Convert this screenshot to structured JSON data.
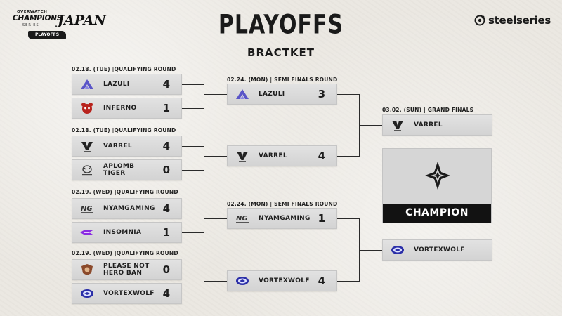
{
  "header": {
    "logo": {
      "small": "OVERWATCH",
      "champions": "CHAMPIONS",
      "series": "SERIES",
      "region": "JAPAN",
      "badge": "PLAYOFFS"
    },
    "title": "PLAYOFFS",
    "subtitle": "BRACTKET",
    "sponsor": "steelseries"
  },
  "colors": {
    "card": "#d9d9d9",
    "line": "#2a2a2a",
    "champion_bar": "#121212",
    "background": "#ebe8e2"
  },
  "qualifying": [
    {
      "label": "02.18. (TUE) |QUALIFYING ROUND",
      "teams": [
        {
          "name": "LAZULI",
          "score": "4",
          "icon": "lazuli-logo-icon"
        },
        {
          "name": "INFERNO",
          "score": "1",
          "icon": "inferno-logo-icon"
        }
      ]
    },
    {
      "label": "02.18. (TUE) |QUALIFYING ROUND",
      "teams": [
        {
          "name": "VARREL",
          "score": "4",
          "icon": "varrel-logo-icon"
        },
        {
          "name": "APLOMB TIGER",
          "score": "0",
          "icon": "aplomb-tiger-logo-icon"
        }
      ]
    },
    {
      "label": "02.19. (WED) |QUALIFYING ROUND",
      "teams": [
        {
          "name": "NYAMGAMING",
          "score": "4",
          "icon": "nyamgaming-logo-icon"
        },
        {
          "name": "INSOMNIA",
          "score": "1",
          "icon": "insomnia-logo-icon"
        }
      ]
    },
    {
      "label": "02.19. (WED) |QUALIFYING ROUND",
      "teams": [
        {
          "name": "PLEASE NOT HERO BAN",
          "score": "0",
          "icon": "please-not-hero-ban-logo-icon"
        },
        {
          "name": "VORTEXWOLF",
          "score": "4",
          "icon": "vortexwolf-logo-icon"
        }
      ]
    }
  ],
  "semis": [
    {
      "label": "02.24. (MON) | SEMI FINALS ROUND",
      "teams": [
        {
          "name": "LAZULI",
          "score": "3"
        },
        {
          "name": "VARREL",
          "score": "4"
        }
      ]
    },
    {
      "label": "02.24. (MON) | SEMI FINALS ROUND",
      "teams": [
        {
          "name": "NYAMGAMING",
          "score": "1"
        },
        {
          "name": "VORTEXWOLF",
          "score": "4"
        }
      ]
    }
  ],
  "finals": {
    "label": "03.02. (SUN) | GRAND FINALS",
    "teams": [
      {
        "name": "VARREL"
      },
      {
        "name": "VORTEXWOLF"
      }
    ]
  },
  "champion": {
    "label": "CHAMPION"
  }
}
